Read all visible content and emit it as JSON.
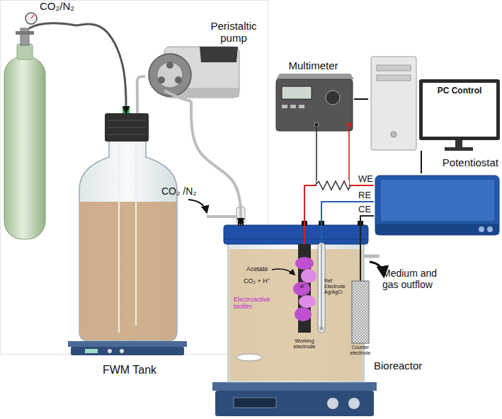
{
  "diagram": {
    "nodes": [
      {
        "text": [
          "CO₂/N₂"
        ]
      },
      {
        "text": [
          "FWM Tank"
        ]
      },
      {
        "text": [
          "Peristaltic pump"
        ]
      },
      {
        "text": [
          "Multimeter"
        ]
      },
      {
        "text": [
          "PC Control"
        ]
      },
      {
        "text": [
          "Potentiostat"
        ]
      },
      {
        "text": [
          "Bioreactor"
        ]
      },
      {
        "text": [
          "Working electrode"
        ],
        "in": 6
      },
      {
        "text": [
          "Ref Electrode Ag/AgCl"
        ],
        "in": 6
      },
      {
        "text": [
          "Counter electrode"
        ],
        "in": 6
      }
    ],
    "edges": [
      {
        "from": 0,
        "to": 1,
        "arrow": "to"
      },
      {
        "from": 1,
        "to": 2,
        "arrow": "none"
      },
      {
        "from": 2,
        "to": 6,
        "arrow": "to"
      },
      {
        "from": 3,
        "to": 4,
        "arrow": "none"
      },
      {
        "from": 4,
        "to": 5,
        "arrow": "none"
      },
      {
        "from": 5,
        "to": 7,
        "label": "WE",
        "arrow": "none"
      },
      {
        "from": 5,
        "to": 8,
        "label": "RE",
        "arrow": "none"
      },
      {
        "from": 5,
        "to": 9,
        "label": "CE",
        "arrow": "none"
      }
    ],
    "labels": [
      "CO₂ /N₂",
      "Medium and gas outflow",
      "Acetate",
      "CO₂ + H⁺",
      "e⁻",
      "Electroactive biofilm"
    ]
  }
}
